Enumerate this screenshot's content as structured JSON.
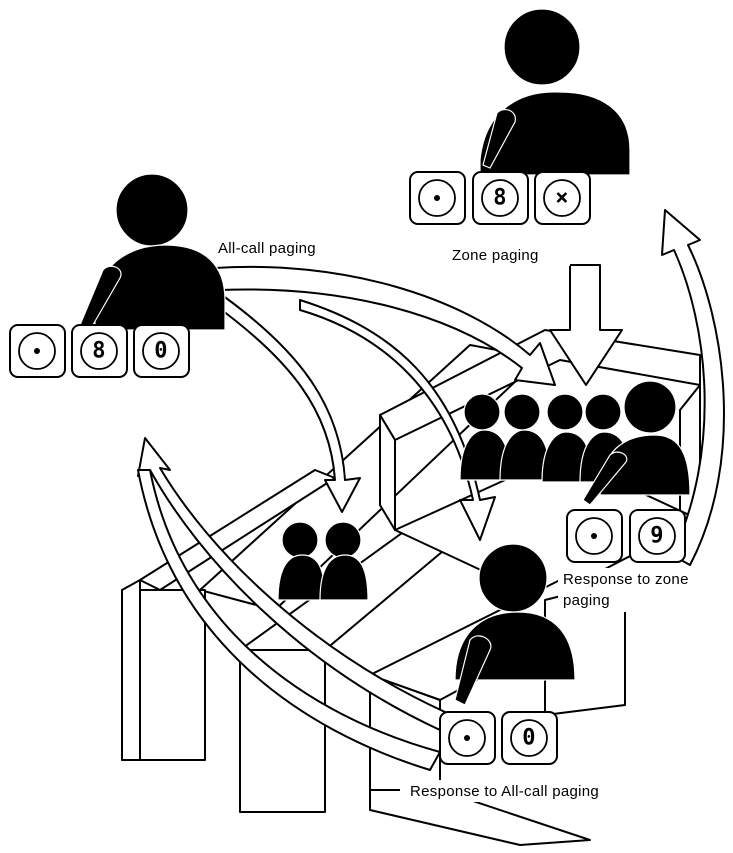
{
  "labels": {
    "all_call": "All-call paging",
    "zone": "Zone paging",
    "response_zone_line1": "Response to zone",
    "response_zone_line2": "paging",
    "response_all_call": "Response to All-call paging"
  },
  "keypads": {
    "zone_caller": [
      "•",
      "8",
      "×"
    ],
    "all_call_caller": [
      "•",
      "8",
      "0"
    ],
    "zone_responder": [
      "•",
      "9"
    ],
    "all_call_responder": [
      "•",
      "0"
    ]
  },
  "colors": {
    "ink": "#000000",
    "paper": "#ffffff"
  }
}
